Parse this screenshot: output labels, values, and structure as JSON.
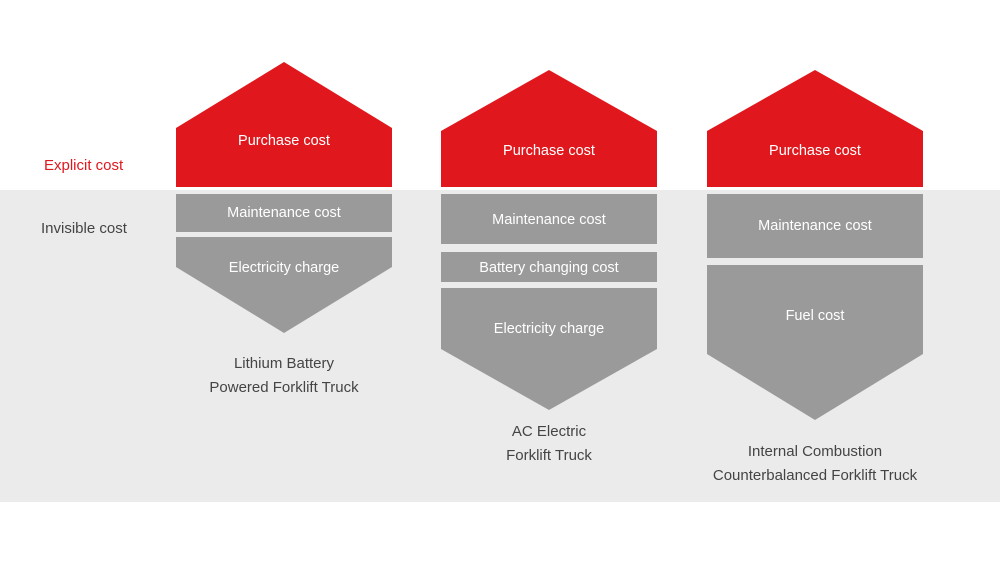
{
  "legend": {
    "explicit_label": "Explicit cost",
    "invisible_label": "Invisible cost"
  },
  "colors": {
    "explicit": "#e0181e",
    "invisible_segment": "#9a9a9a",
    "band": "#ebebeb"
  },
  "trucks": [
    {
      "purchase": "Purchase cost",
      "segments": [
        "Maintenance cost",
        "Electricity charge"
      ],
      "caption_line1": "Lithium Battery",
      "caption_line2": "Powered Forklift Truck"
    },
    {
      "purchase": "Purchase cost",
      "segments": [
        "Maintenance cost",
        "Battery changing cost",
        "Electricity charge"
      ],
      "caption_line1": "AC Electric",
      "caption_line2": "Forklift Truck"
    },
    {
      "purchase": "Purchase cost",
      "segments": [
        "Maintenance cost",
        "Fuel cost"
      ],
      "caption_line1": "Internal Combustion",
      "caption_line2": "Counterbalanced Forklift Truck"
    }
  ]
}
